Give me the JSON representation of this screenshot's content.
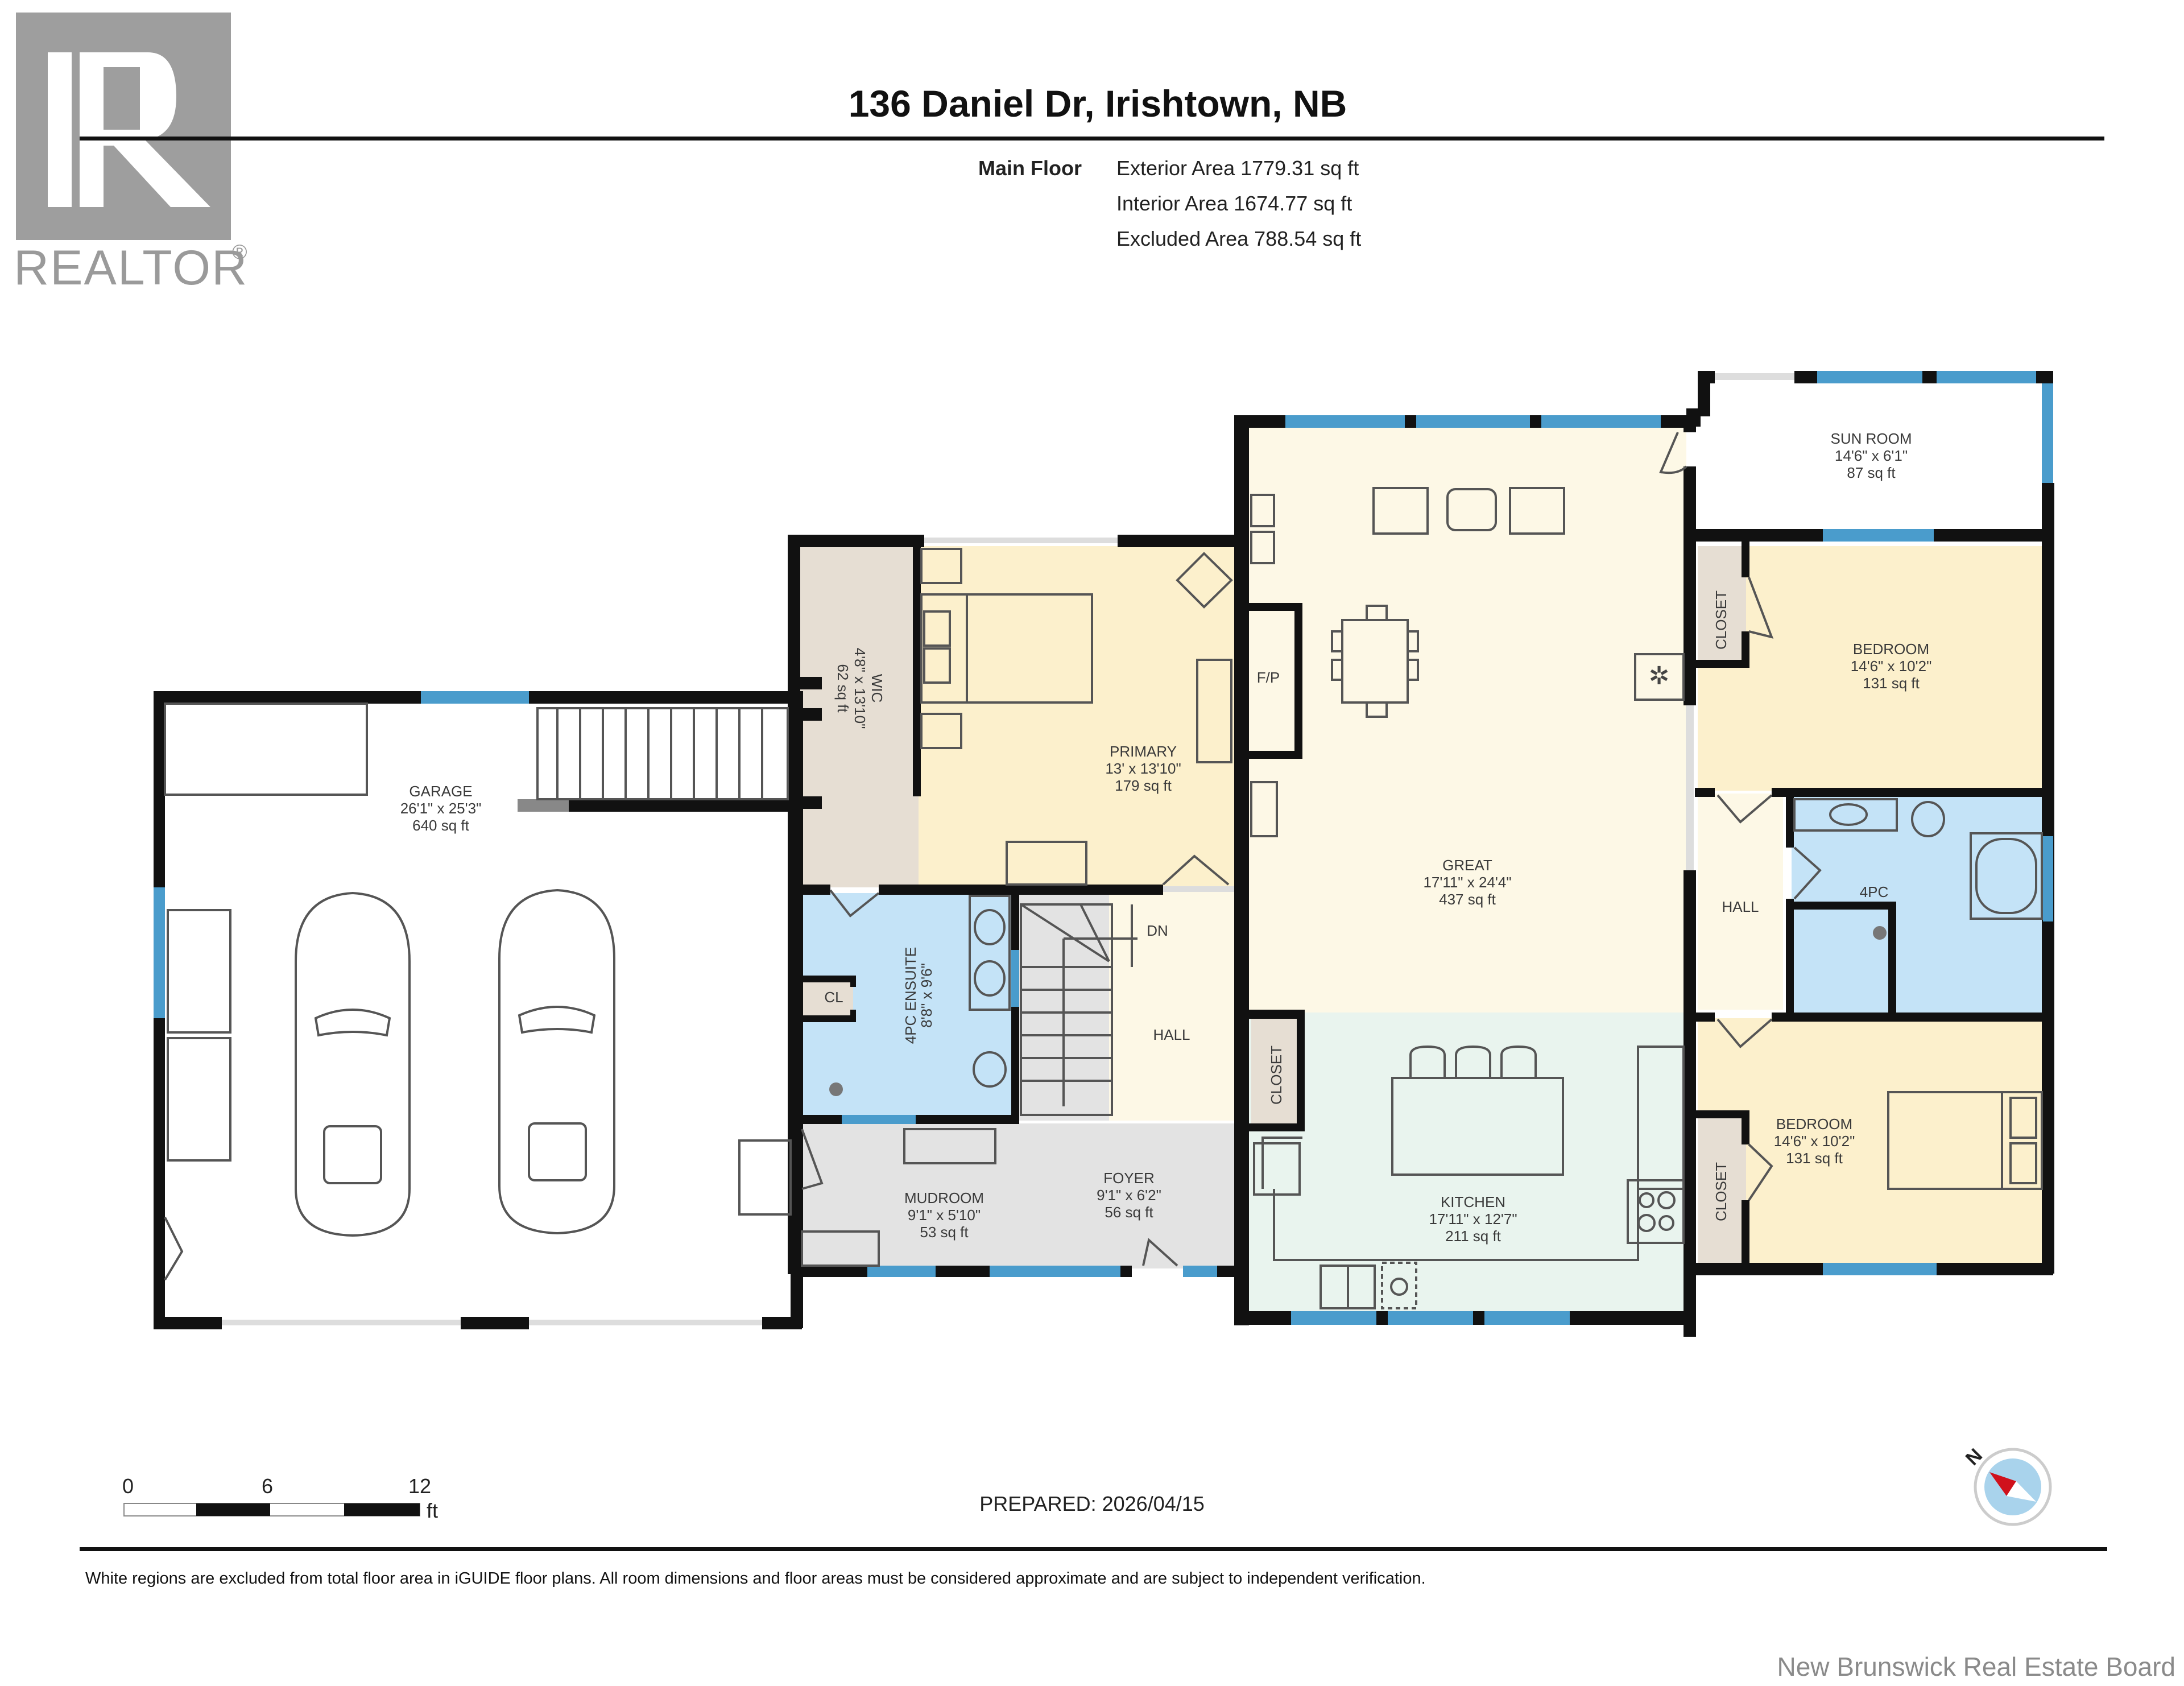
{
  "logo": {
    "text": "REALTOR",
    "mark": "®"
  },
  "header": {
    "title": "136 Daniel Dr, Irishtown, NB",
    "floor_label": "Main Floor",
    "areas": [
      "Exterior Area 1779.31 sq ft",
      "Interior Area 1674.77 sq ft",
      "Excluded Area 788.54 sq ft"
    ]
  },
  "colors": {
    "wall": "#111111",
    "window": "#4a9ccc",
    "bedroom_fill": "#fcf0cc",
    "great_fill": "#fdf8e6",
    "bath_fill": "#c4e3f7",
    "closet_fill": "#e6ded3",
    "utility_fill": "#e3e3e3",
    "kitchen_fill": "#e9f4ee",
    "excluded_fill": "#ffffff"
  },
  "rooms": {
    "garage": {
      "name": "GARAGE",
      "dims": "26'1\" x 25'3\"",
      "area": "640 sq ft"
    },
    "wic": {
      "name": "WIC",
      "dims": "4'8\" x 13'10\"",
      "area": "62 sq ft"
    },
    "primary": {
      "name": "PRIMARY",
      "dims": "13' x 13'10\"",
      "area": "179 sq ft"
    },
    "fp": {
      "name": "F/P"
    },
    "great": {
      "name": "GREAT",
      "dims": "17'11\" x 24'4\"",
      "area": "437 sq ft"
    },
    "sunroom": {
      "name": "SUN ROOM",
      "dims": "14'6\" x 6'1\"",
      "area": "87 sq ft"
    },
    "bedroom1": {
      "name": "BEDROOM",
      "dims": "14'6\" x 10'2\"",
      "area": "131 sq ft"
    },
    "closet1": {
      "name": "CLOSET"
    },
    "hall_right": {
      "name": "HALL"
    },
    "bath4pc": {
      "name": "4PC"
    },
    "bedroom2": {
      "name": "BEDROOM",
      "dims": "14'6\" x 10'2\"",
      "area": "131 sq ft"
    },
    "closet2": {
      "name": "CLOSET"
    },
    "ensuite": {
      "name": "4PC ENSUITE",
      "dims": "8'8\" x 9'6\""
    },
    "cl": {
      "name": "CL"
    },
    "stairs_dn": {
      "name": "DN"
    },
    "hall_center": {
      "name": "HALL"
    },
    "closet_kitchen": {
      "name": "CLOSET"
    },
    "kitchen": {
      "name": "KITCHEN",
      "dims": "17'11\" x 12'7\"",
      "area": "211 sq ft"
    },
    "mudroom": {
      "name": "MUDROOM",
      "dims": "9'1\" x 5'10\"",
      "area": "53 sq ft"
    },
    "foyer": {
      "name": "FOYER",
      "dims": "9'1\" x 6'2\"",
      "area": "56 sq ft"
    }
  },
  "scale_bar": {
    "ticks": [
      "0",
      "6",
      "12"
    ],
    "unit": "ft"
  },
  "prepared": "PREPARED: 2026/04/15",
  "compass": {
    "label": "N"
  },
  "footer": {
    "disclaimer": "White regions are excluded from total floor area in iGUIDE floor plans. All room dimensions and floor areas must be considered approximate and are subject to independent verification.",
    "board": "New Brunswick Real Estate Board"
  }
}
